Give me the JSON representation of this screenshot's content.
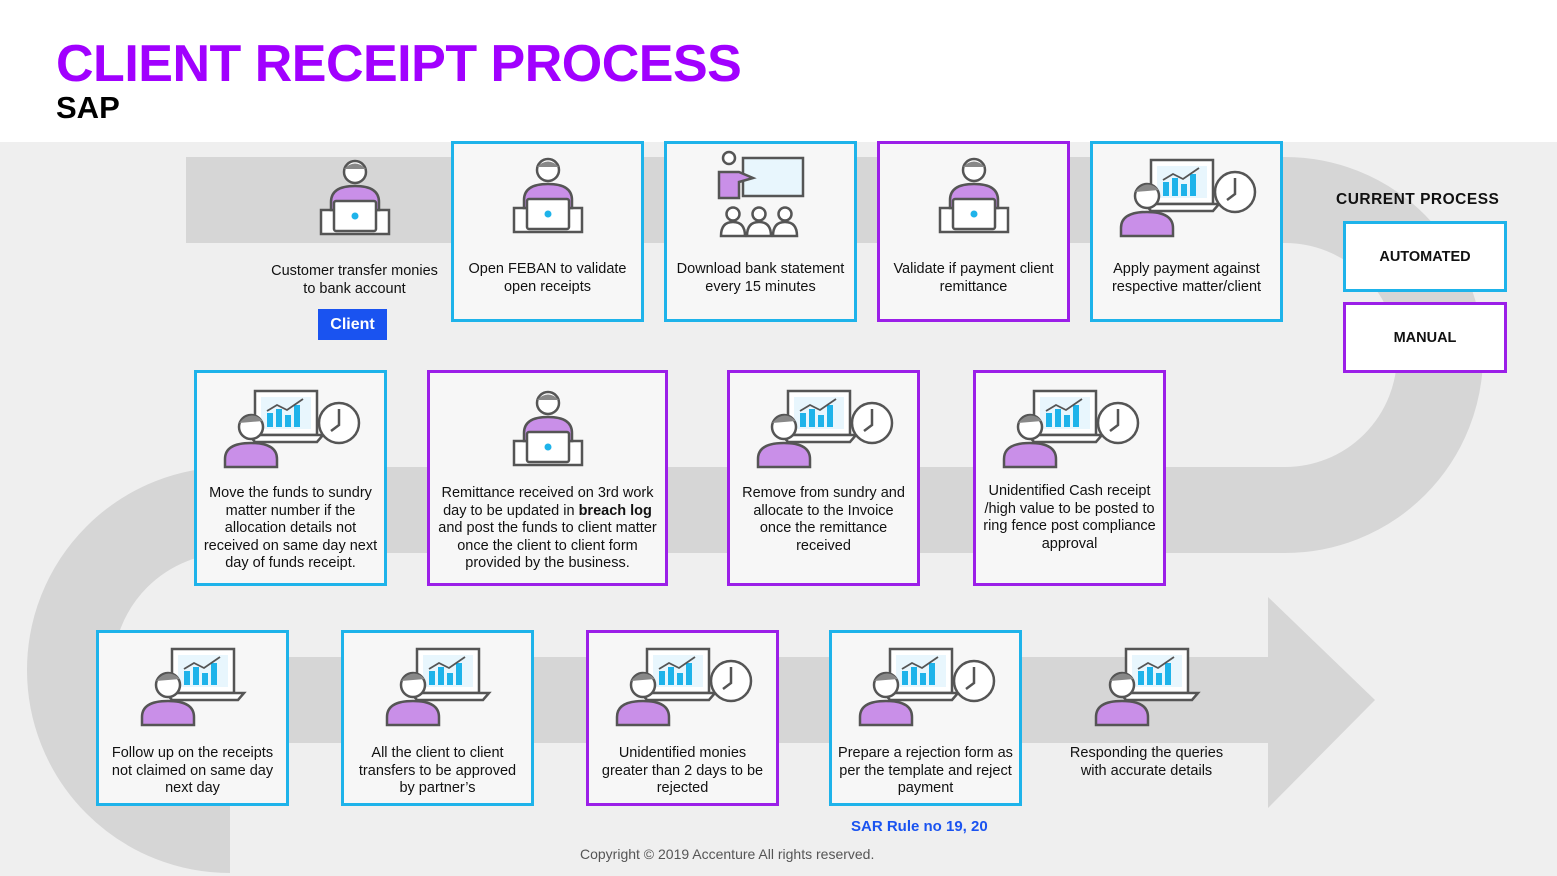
{
  "header": {
    "title": "CLIENT RECEIPT PROCESS",
    "subtitle": "SAP"
  },
  "legend": {
    "title": "CURRENT PROCESS",
    "automated": "AUTOMATED",
    "manual": "MANUAL"
  },
  "colors": {
    "automated": "#1EB3EA",
    "manual": "#9B1FE8",
    "accent": "#A100FF",
    "badge": "#1a53f0",
    "flow": "#d6d6d6"
  },
  "badges": {
    "client": "Client"
  },
  "notes": {
    "sar_rule": "SAR Rule no 19, 20"
  },
  "footer": {
    "copyright": "Copyright © 2019 Accenture  All rights reserved."
  },
  "steps": [
    {
      "type": "plain",
      "icon": "person-laptop-icon",
      "text": "Customer transfer monies to bank account"
    },
    {
      "type": "automated",
      "icon": "person-laptop-icon",
      "text": "Open FEBAN to validate open receipts"
    },
    {
      "type": "automated",
      "icon": "presentation-audience-icon",
      "text": "Download bank statement every 15 minutes"
    },
    {
      "type": "manual",
      "icon": "person-laptop-icon",
      "text": "Validate if payment client remittance"
    },
    {
      "type": "automated",
      "icon": "analyst-clock-icon",
      "text": "Apply payment against respective matter/client"
    },
    {
      "type": "automated",
      "icon": "analyst-clock-icon",
      "text": "Move the funds to sundry matter number if the allocation details not received on same day next day of funds receipt."
    },
    {
      "type": "manual",
      "icon": "person-laptop-icon",
      "text_before": "Remittance received on 3rd work day to be updated in ",
      "text_bold": "breach log",
      "text_after": " and post the funds to client matter once the client to client form provided by the business."
    },
    {
      "type": "manual",
      "icon": "analyst-clock-icon",
      "text": "Remove from sundry and allocate to the Invoice once the remittance received"
    },
    {
      "type": "manual",
      "icon": "analyst-clock-icon",
      "text": "Unidentified Cash receipt /high value to be posted to ring fence post compliance approval"
    },
    {
      "type": "automated",
      "icon": "analyst-chart-icon",
      "text": "Follow up on the receipts not claimed on same day next day"
    },
    {
      "type": "automated",
      "icon": "analyst-chart-icon",
      "text": "All the client to client transfers to be approved by partner’s"
    },
    {
      "type": "manual",
      "icon": "analyst-clock-icon",
      "text": "Unidentified monies greater than 2 days to be rejected"
    },
    {
      "type": "automated",
      "icon": "analyst-clock-icon",
      "text": "Prepare a rejection form as per the template and reject payment"
    },
    {
      "type": "plain",
      "icon": "analyst-chart-icon",
      "text": "Responding the queries with accurate details"
    }
  ]
}
